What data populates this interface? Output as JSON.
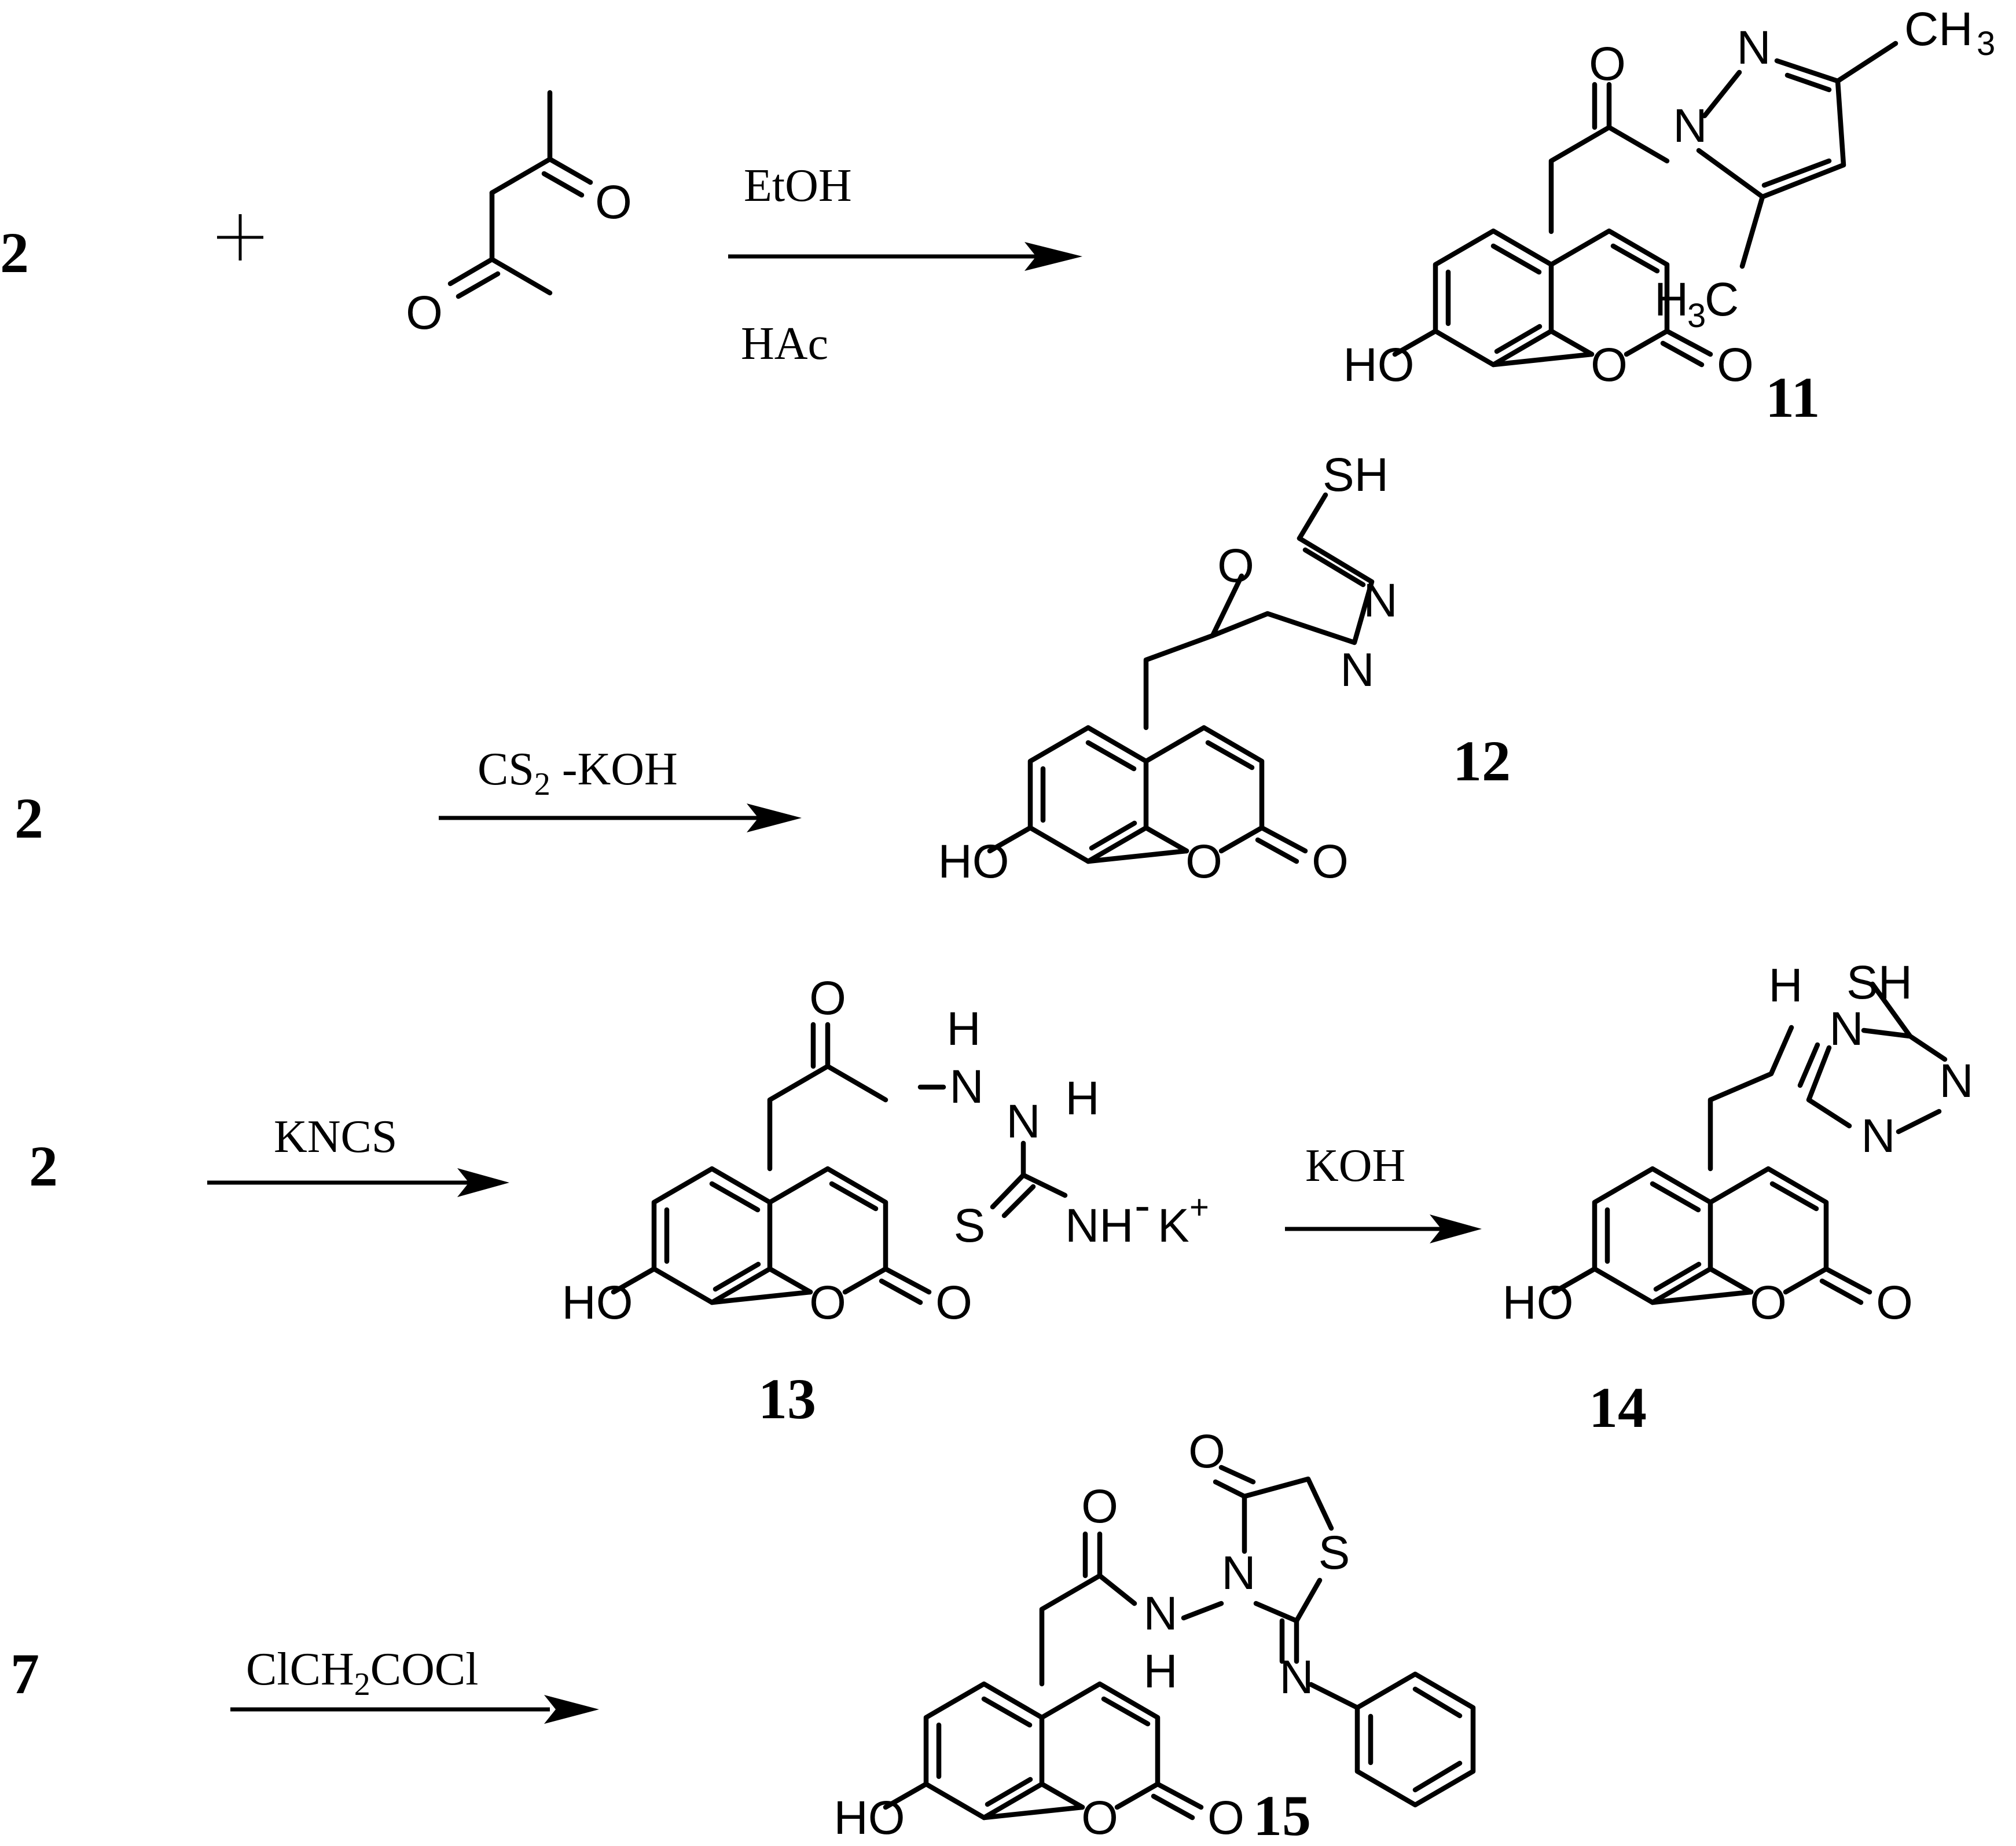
{
  "rows": [
    {
      "start": "2",
      "plus": true,
      "reagent_top": "EtOH",
      "reagent_bottom": "HAc",
      "product": "11"
    },
    {
      "start": "2",
      "reagent_top": "CS",
      "reagent_top_sub": "2",
      "reagent_top_tail": " -KOH",
      "product": "12"
    },
    {
      "start": "2",
      "reagent_top": "KNCS",
      "intermediate": "13",
      "reagent2_top": "KOH",
      "product": "14"
    },
    {
      "start": "7",
      "reagent_top": "ClCH",
      "reagent_top_sub": "2",
      "reagent_top_tail": "COCl",
      "product": "15"
    }
  ],
  "atoms": {
    "O": "O",
    "N": "N",
    "S": "S",
    "H": "H",
    "HO": "HO",
    "SH": "SH",
    "NH": "NH",
    "CH": "CH",
    "H_3": "H",
    "C": "C",
    "3": "3",
    "K": "K",
    "minus": "-",
    "plus": "+"
  }
}
